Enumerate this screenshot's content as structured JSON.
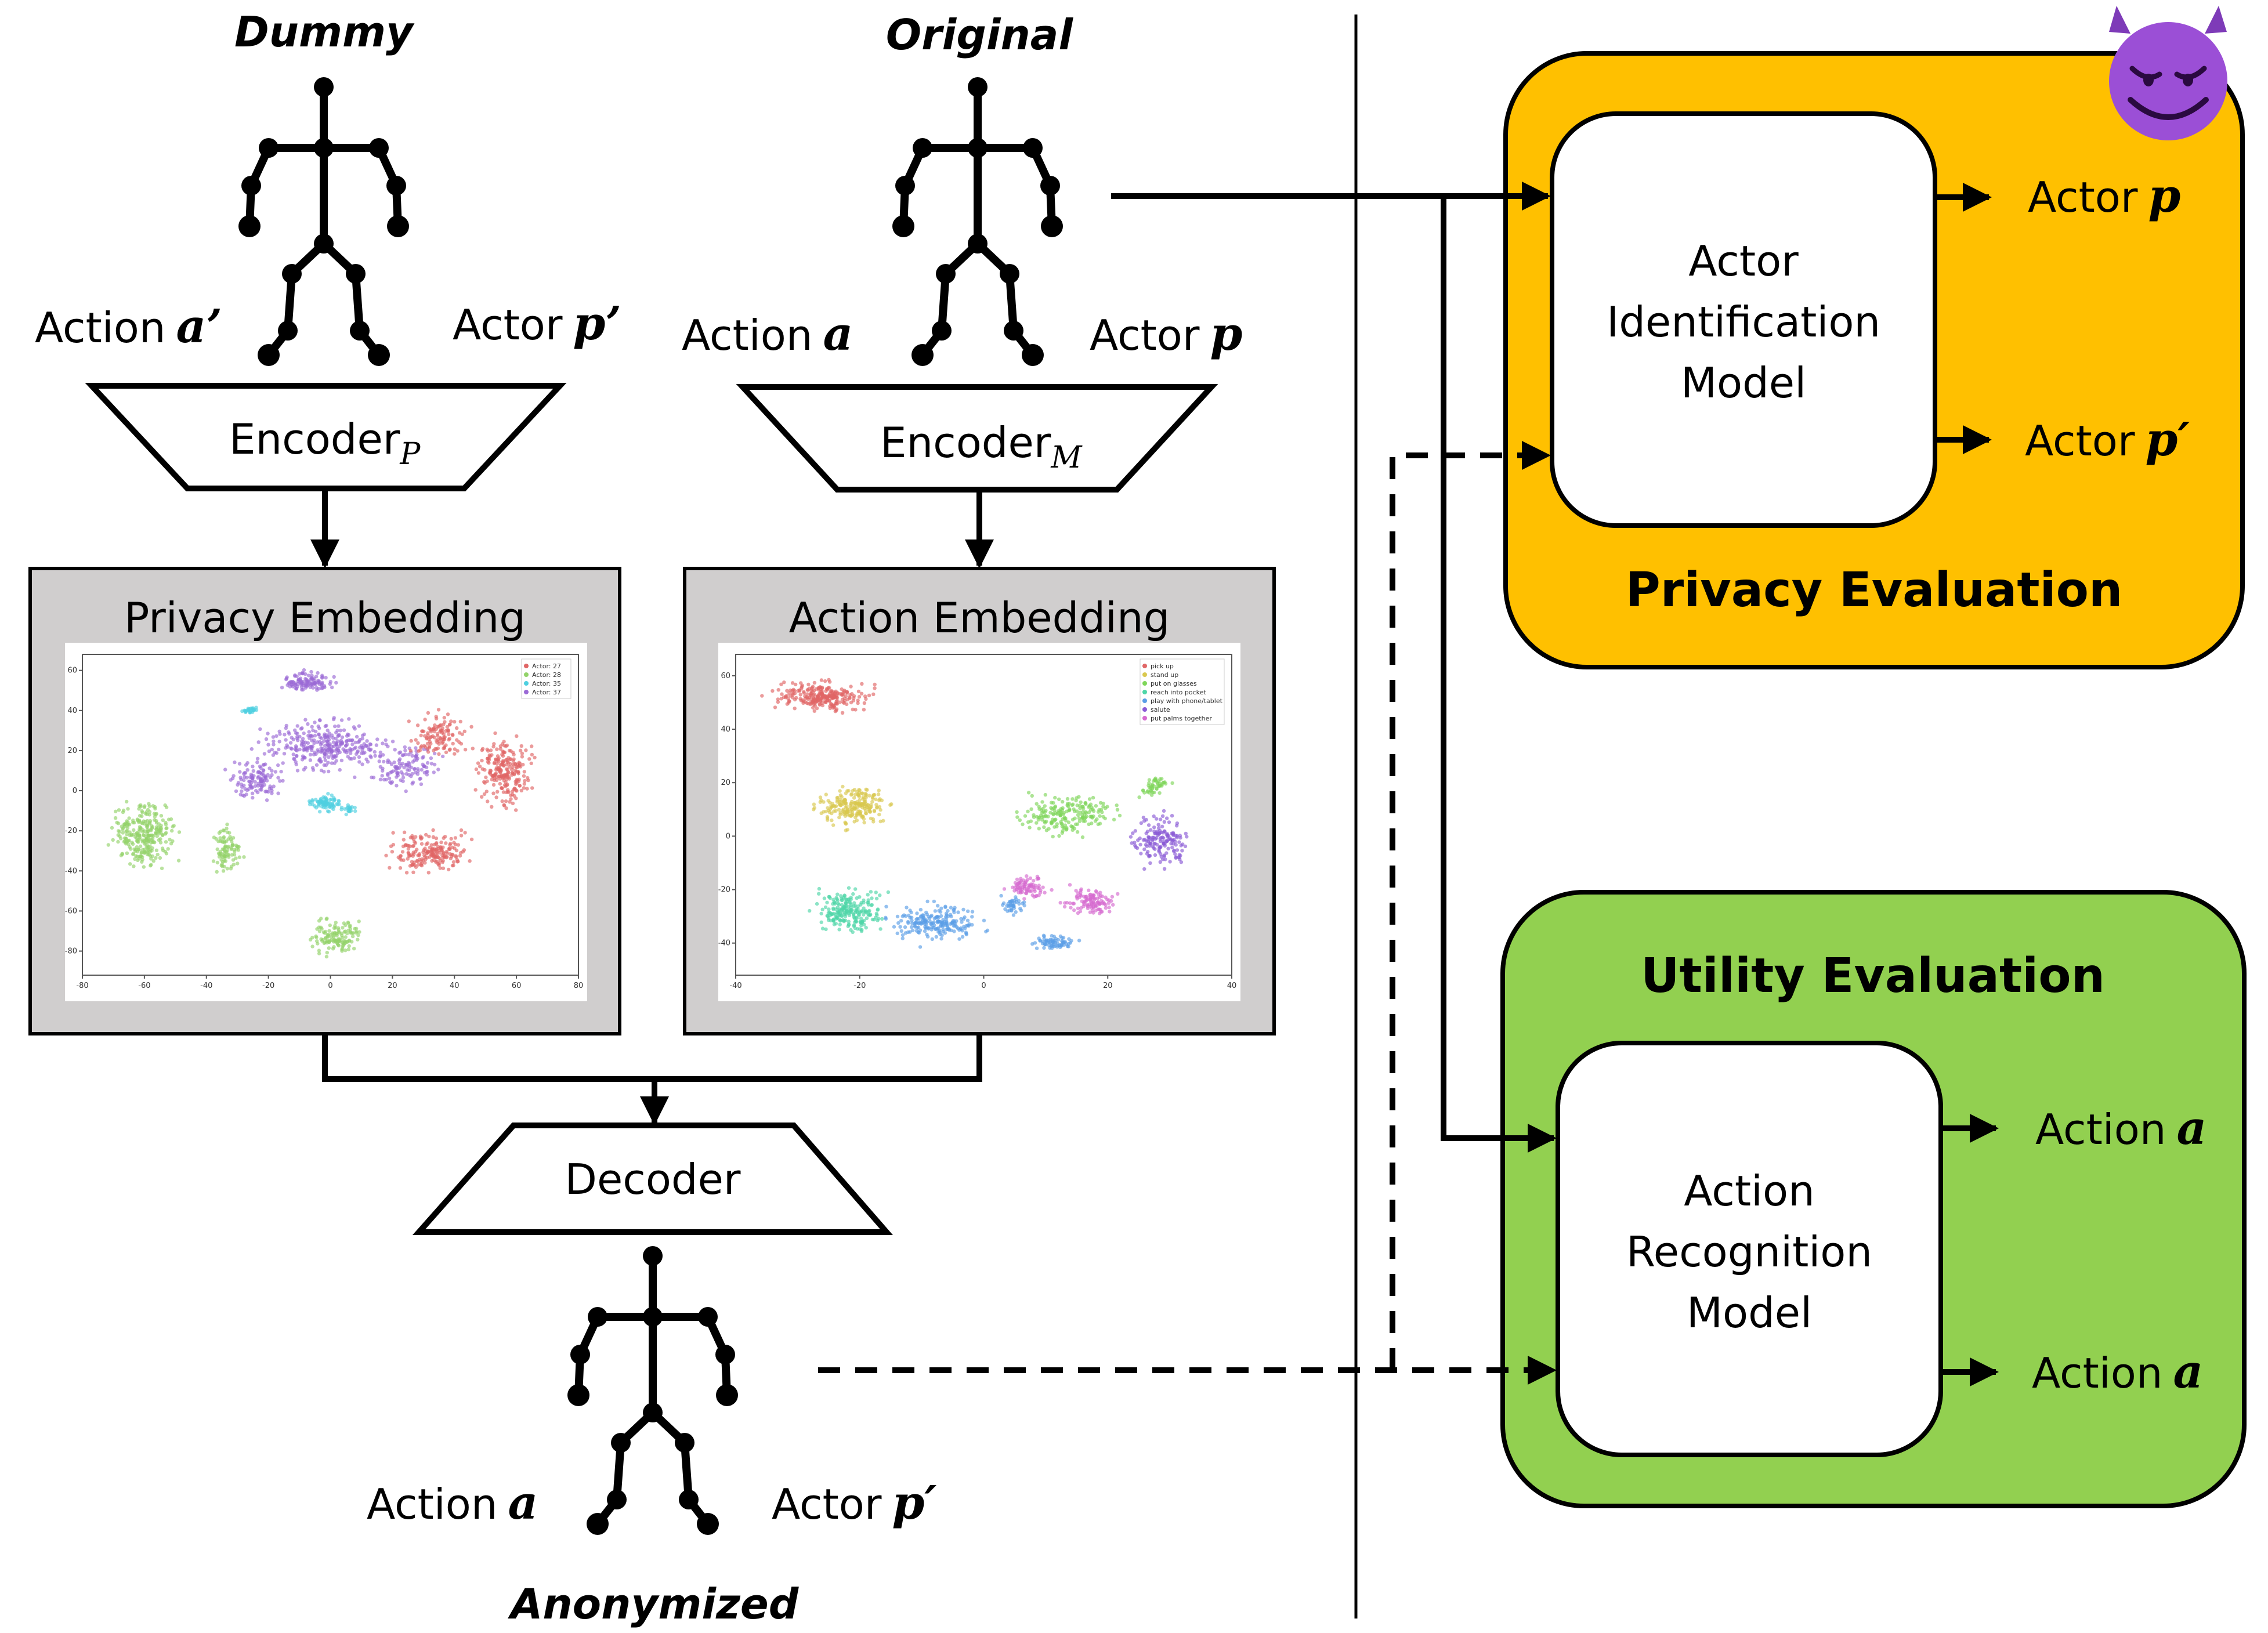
{
  "figures": {
    "dummy": {
      "title": "Dummy",
      "action": "Action",
      "action_var": "a’",
      "actor": "Actor",
      "actor_var": "p’"
    },
    "original": {
      "title": "Original",
      "action": "Action",
      "action_var": "a",
      "actor": "Actor",
      "actor_var": "p"
    },
    "anonymized": {
      "title": "Anonymized",
      "action": "Action",
      "action_var": "a",
      "actor": "Actor",
      "actor_var": "p′"
    }
  },
  "encoders": {
    "privacy": {
      "label": "Encoder",
      "subscript": "P"
    },
    "motion": {
      "label": "Encoder",
      "subscript": "M"
    }
  },
  "decoder": {
    "label": "Decoder"
  },
  "embeddings": {
    "privacy": {
      "title": "Privacy Embedding",
      "x_ticks": [
        "-80",
        "-60",
        "-40",
        "-20",
        "0",
        "20",
        "40",
        "60",
        "80"
      ],
      "y_ticks": [
        "60",
        "40",
        "20",
        "0",
        "-20",
        "-40",
        "-60",
        "-80"
      ],
      "legend": [
        "Actor: 27",
        "Actor: 28",
        "Actor: 35",
        "Actor: 37"
      ],
      "colors": [
        "#e06666",
        "#93d36a",
        "#4fd0e0",
        "#9b6ad6"
      ]
    },
    "action": {
      "title": "Action Embedding",
      "x_ticks": [
        "-40",
        "-20",
        "0",
        "20",
        "40"
      ],
      "y_ticks": [
        "60",
        "40",
        "20",
        "0",
        "-20",
        "-40"
      ],
      "legend": [
        "pick up",
        "stand up",
        "put on glasses",
        "reach into pocket",
        "play with phone/tablet",
        "salute",
        "put palms together"
      ],
      "colors": [
        "#e06666",
        "#d9c84f",
        "#7fd65a",
        "#4fd6a8",
        "#5a9ee6",
        "#8a5ad6",
        "#d66ad0"
      ]
    }
  },
  "privacy_eval": {
    "title": "Privacy Evaluation",
    "model_lines": [
      "Actor",
      "Identification",
      "Model"
    ],
    "out1": {
      "label": "Actor",
      "var": "p"
    },
    "out2": {
      "label": "Actor",
      "var": "p′"
    },
    "bg_color": "#ffc000",
    "adversary_icon": "smiling-devil-icon"
  },
  "utility_eval": {
    "title": "Utility Evaluation",
    "model_lines": [
      "Action",
      "Recognition",
      "Model"
    ],
    "out1": {
      "label": "Action",
      "var": "a"
    },
    "out2": {
      "label": "Action",
      "var": "a"
    },
    "bg_color": "#92d050"
  }
}
